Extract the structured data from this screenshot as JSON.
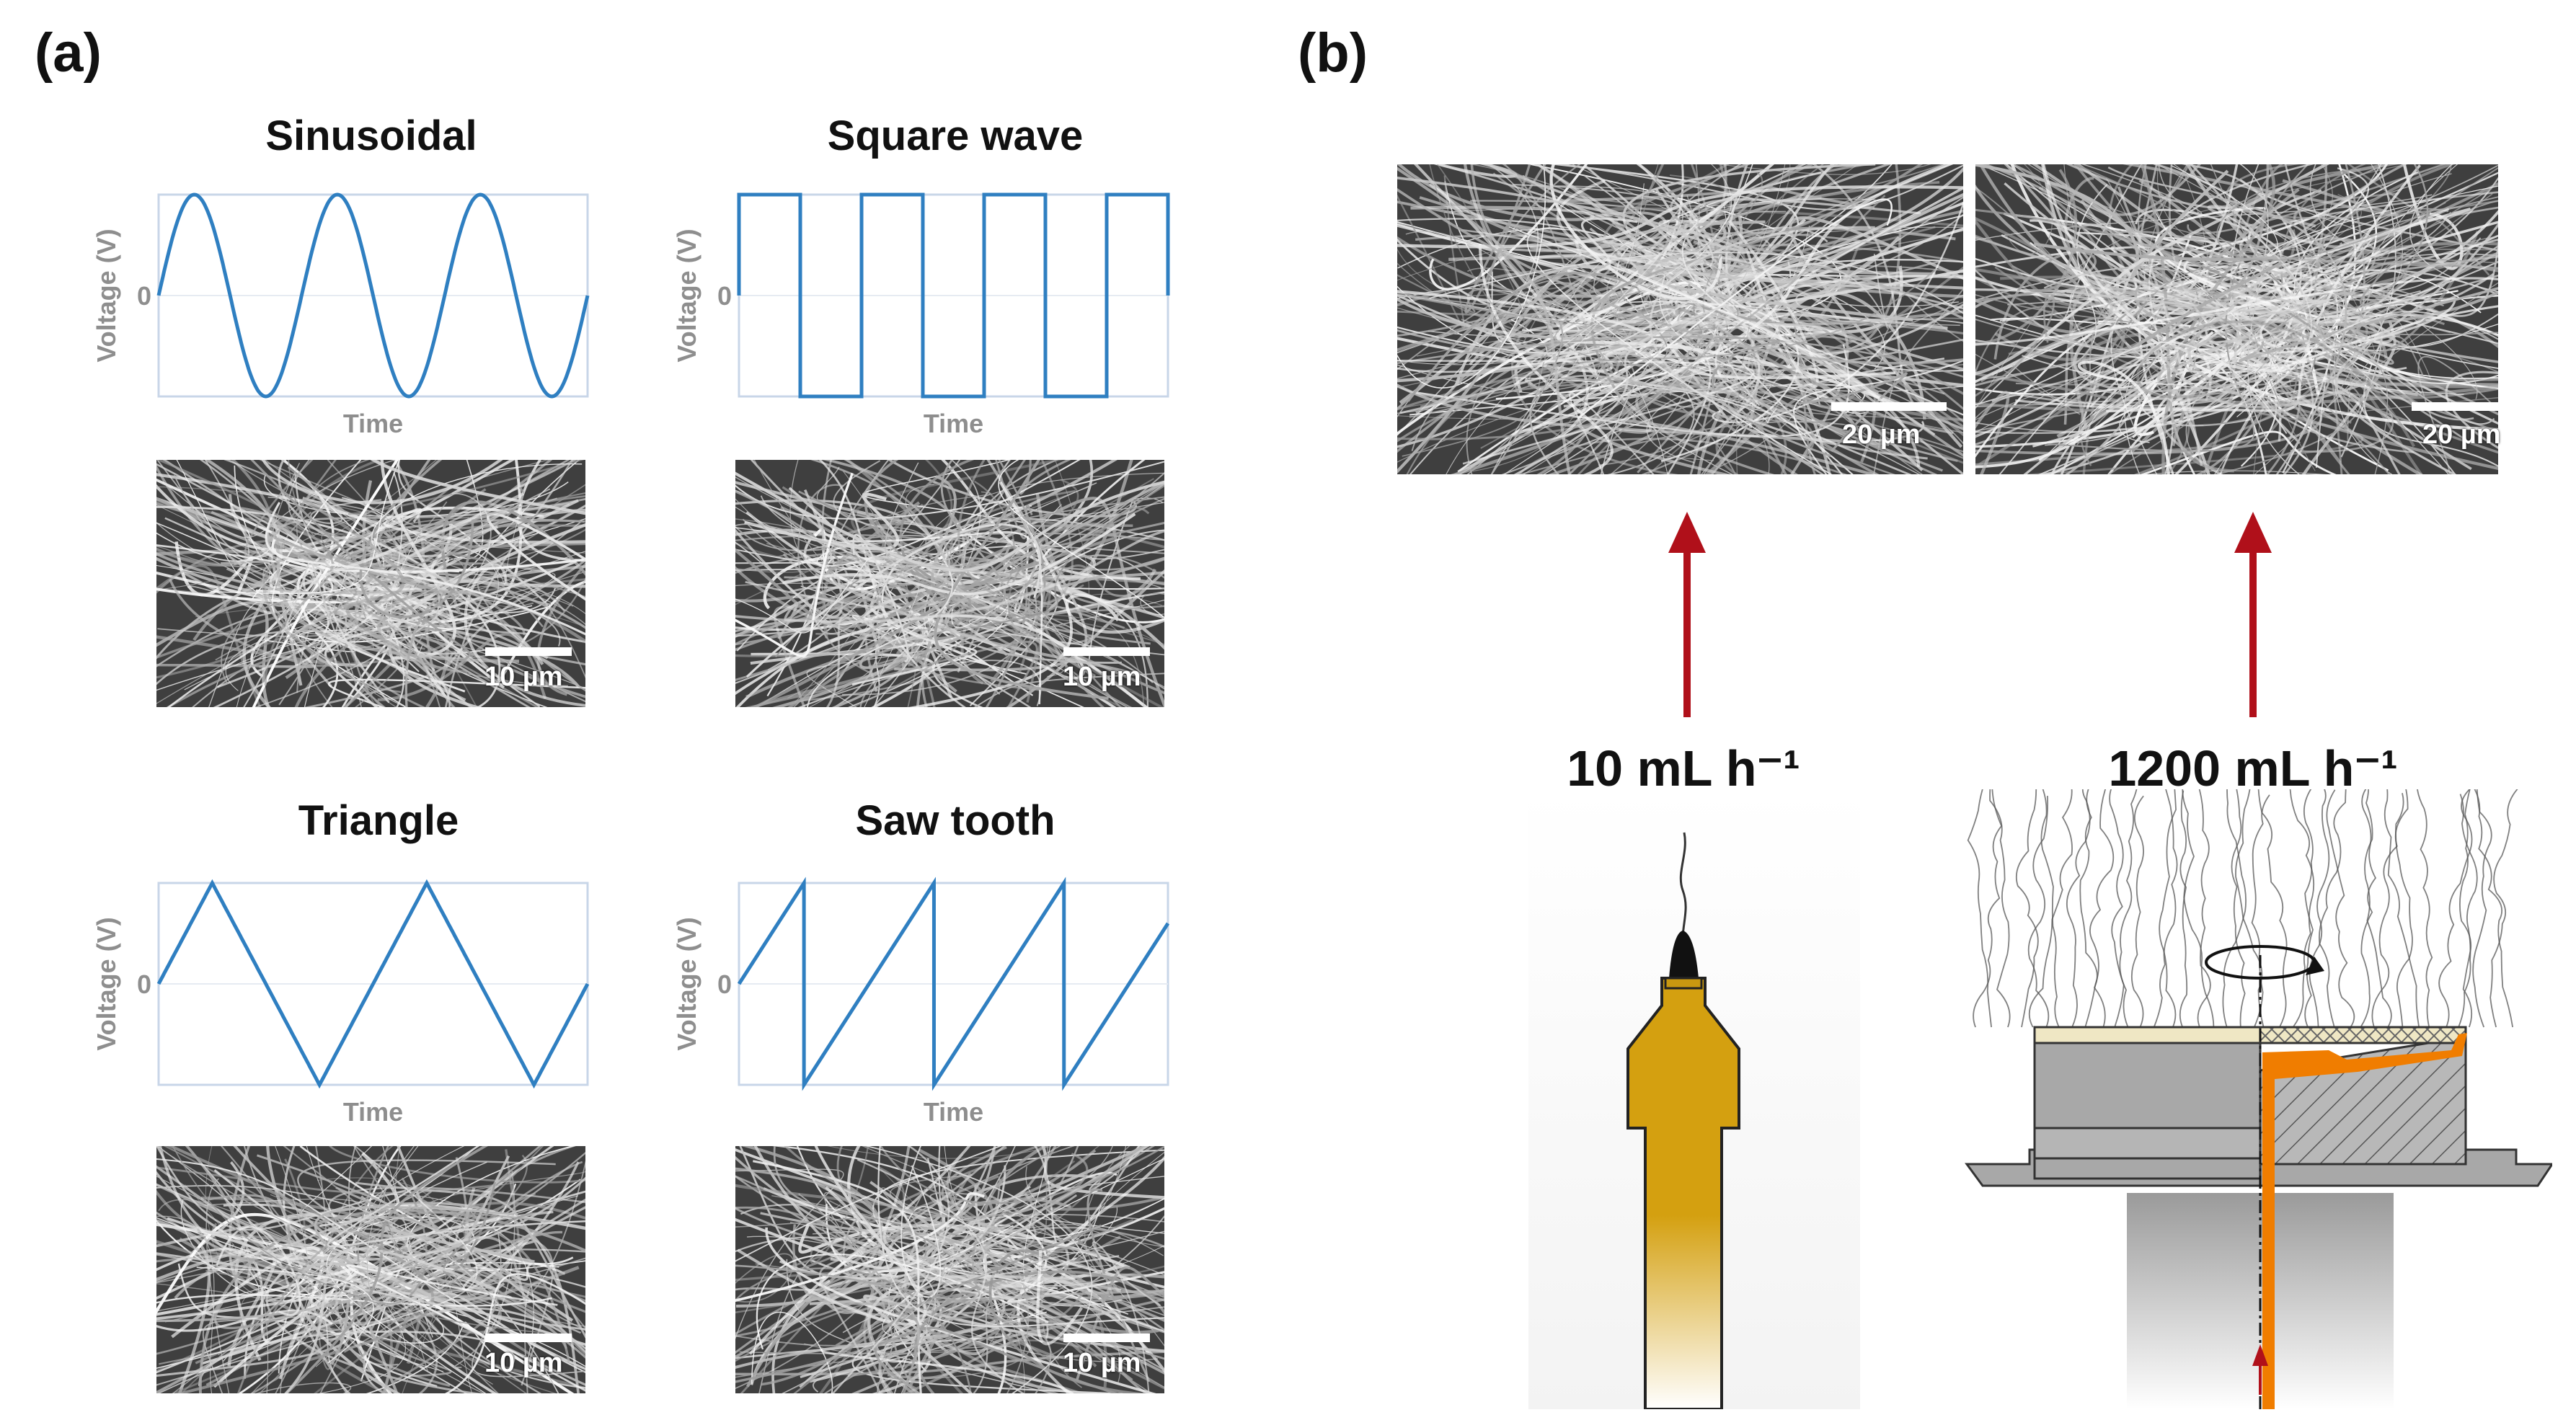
{
  "panel_a": {
    "label": "(a)",
    "waves": [
      {
        "title": "Sinusoidal",
        "shape": "sine",
        "ylabel": "Voltage (V)",
        "xlabel": "Time",
        "zero_label": "0",
        "sem_scale": "10 µm"
      },
      {
        "title": "Square wave",
        "shape": "square",
        "ylabel": "Voltage (V)",
        "xlabel": "Time",
        "zero_label": "0",
        "sem_scale": "10 µm"
      },
      {
        "title": "Triangle",
        "shape": "triangle",
        "ylabel": "Voltage (V)",
        "xlabel": "Time",
        "zero_label": "0",
        "sem_scale": "10 µm"
      },
      {
        "title": "Saw tooth",
        "shape": "sawtooth",
        "ylabel": "Voltage (V)",
        "xlabel": "Time",
        "zero_label": "0",
        "sem_scale": "10 µm"
      }
    ],
    "colors": {
      "wave_line": "#2f7fc1",
      "frame": "#c8d6e8",
      "axis_text": "#8e8e8e"
    }
  },
  "panel_b": {
    "label": "(b)",
    "left": {
      "flow_rate": "10 mL h⁻¹",
      "sem_scale": "20 µm",
      "device": "single-needle nozzle"
    },
    "right": {
      "flow_rate": "1200 mL h⁻¹",
      "sem_scale": "20 µm",
      "device": "rotating spinneret"
    },
    "colors": {
      "arrow": "#b0101a",
      "nozzle": "#d4a010",
      "liquid": "#f07d00",
      "metal": "#a8a8a8"
    }
  }
}
